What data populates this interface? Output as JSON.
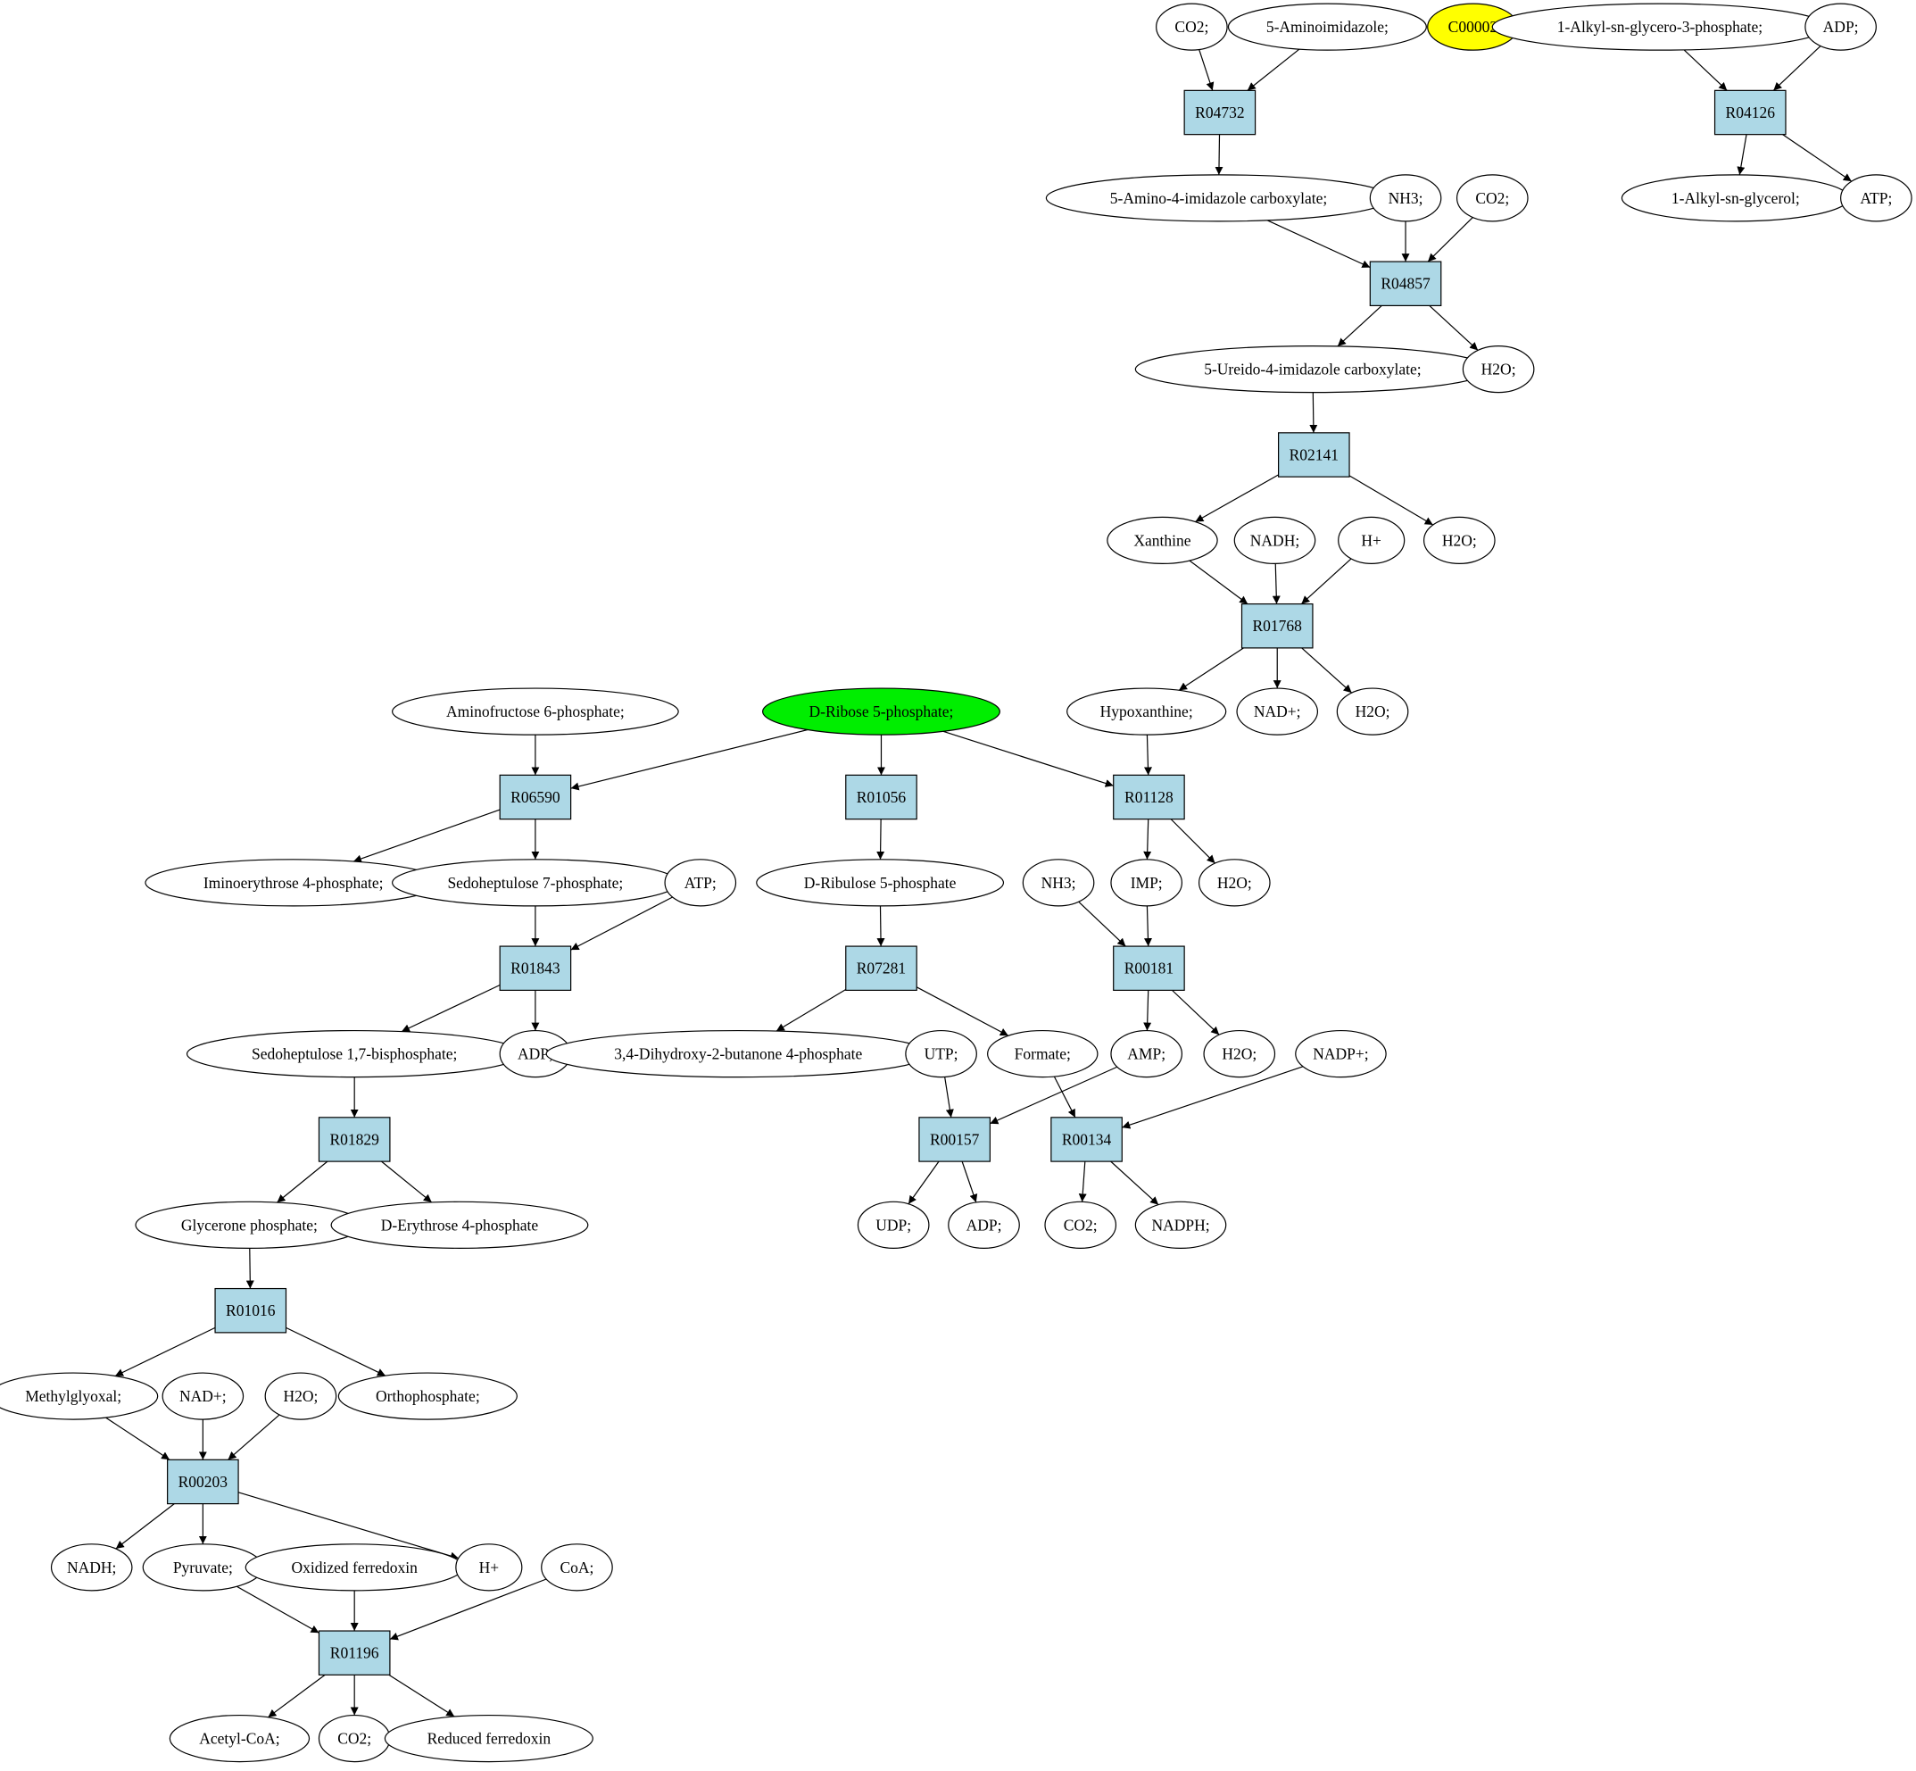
{
  "colors": {
    "reaction_fill": "#add8e6",
    "compound_fill": "#ffffff",
    "start_fill": "#00ee00",
    "highlight_fill": "#ffff00",
    "stroke": "#000000"
  },
  "reactions": [
    {
      "id": "R04732",
      "label": "R04732"
    },
    {
      "id": "R04126",
      "label": "R04126"
    },
    {
      "id": "R04857",
      "label": "R04857"
    },
    {
      "id": "R02141",
      "label": "R02141"
    },
    {
      "id": "R01768",
      "label": "R01768"
    },
    {
      "id": "R06590",
      "label": "R06590"
    },
    {
      "id": "R01056",
      "label": "R01056"
    },
    {
      "id": "R01128",
      "label": "R01128"
    },
    {
      "id": "R01843",
      "label": "R01843"
    },
    {
      "id": "R07281",
      "label": "R07281"
    },
    {
      "id": "R00181",
      "label": "R00181"
    },
    {
      "id": "R01829",
      "label": "R01829"
    },
    {
      "id": "R00157",
      "label": "R00157"
    },
    {
      "id": "R00134",
      "label": "R00134"
    },
    {
      "id": "R01016",
      "label": "R01016"
    },
    {
      "id": "R00203",
      "label": "R00203"
    },
    {
      "id": "R01196",
      "label": "R01196"
    }
  ],
  "compounds": [
    {
      "id": "c_co2_a",
      "label": "CO2;"
    },
    {
      "id": "c_aminoimid",
      "label": "5-Aminoimidazole;"
    },
    {
      "id": "c_c00002",
      "label": "C00002",
      "style": "highlight"
    },
    {
      "id": "c_alkylg3p",
      "label": "1-Alkyl-sn-glycero-3-phosphate;"
    },
    {
      "id": "c_adp_top",
      "label": "ADP;"
    },
    {
      "id": "c_amino_imid_carb",
      "label": "5-Amino-4-imidazole carboxylate;"
    },
    {
      "id": "c_nh3_a",
      "label": "NH3;"
    },
    {
      "id": "c_co2_b",
      "label": "CO2;"
    },
    {
      "id": "c_alkylglycerol",
      "label": "1-Alkyl-sn-glycerol;"
    },
    {
      "id": "c_atp_top",
      "label": "ATP;"
    },
    {
      "id": "c_ureido",
      "label": "5-Ureido-4-imidazole carboxylate;"
    },
    {
      "id": "c_h2o_a",
      "label": "H2O;"
    },
    {
      "id": "c_xanthine",
      "label": "Xanthine"
    },
    {
      "id": "c_nadh_a",
      "label": "NADH;"
    },
    {
      "id": "c_hplus_a",
      "label": "H+"
    },
    {
      "id": "c_h2o_b",
      "label": "H2O;"
    },
    {
      "id": "c_aminofruct",
      "label": "Aminofructose 6-phosphate;"
    },
    {
      "id": "c_ribose5p",
      "label": "D-Ribose 5-phosphate;",
      "style": "start"
    },
    {
      "id": "c_hypoxanthine",
      "label": "Hypoxanthine;"
    },
    {
      "id": "c_nadplus_a",
      "label": "NAD+;"
    },
    {
      "id": "c_h2o_c",
      "label": "H2O;"
    },
    {
      "id": "c_iminoery",
      "label": "Iminoerythrose 4-phosphate;"
    },
    {
      "id": "c_sedo7p",
      "label": "Sedoheptulose 7-phosphate;"
    },
    {
      "id": "c_atp_mid",
      "label": "ATP;"
    },
    {
      "id": "c_ribulose5p",
      "label": "D-Ribulose 5-phosphate"
    },
    {
      "id": "c_nh3_b",
      "label": "NH3;"
    },
    {
      "id": "c_imp",
      "label": "IMP;"
    },
    {
      "id": "c_h2o_d",
      "label": "H2O;"
    },
    {
      "id": "c_sedo17bp",
      "label": "Sedoheptulose 1,7-bisphosphate;"
    },
    {
      "id": "c_adp_mid",
      "label": "ADP;"
    },
    {
      "id": "c_dhbp",
      "label": "3,4-Dihydroxy-2-butanone 4-phosphate"
    },
    {
      "id": "c_utp",
      "label": "UTP;"
    },
    {
      "id": "c_formate",
      "label": "Formate;"
    },
    {
      "id": "c_amp",
      "label": "AMP;"
    },
    {
      "id": "c_h2o_e",
      "label": "H2O;"
    },
    {
      "id": "c_nadpplus",
      "label": "NADP+;"
    },
    {
      "id": "c_glycerone",
      "label": "Glycerone phosphate;"
    },
    {
      "id": "c_erythrose4p",
      "label": "D-Erythrose 4-phosphate"
    },
    {
      "id": "c_udp",
      "label": "UDP;"
    },
    {
      "id": "c_adp_low",
      "label": "ADP;"
    },
    {
      "id": "c_co2_c",
      "label": "CO2;"
    },
    {
      "id": "c_nadph",
      "label": "NADPH;"
    },
    {
      "id": "c_methylglyoxal",
      "label": "Methylglyoxal;"
    },
    {
      "id": "c_nadplus_b",
      "label": "NAD+;"
    },
    {
      "id": "c_h2o_f",
      "label": "H2O;"
    },
    {
      "id": "c_orthophos",
      "label": "Orthophosphate;"
    },
    {
      "id": "c_nadh_b",
      "label": "NADH;"
    },
    {
      "id": "c_pyruvate",
      "label": "Pyruvate;"
    },
    {
      "id": "c_oxferr",
      "label": "Oxidized ferredoxin"
    },
    {
      "id": "c_hplus_b",
      "label": "H+"
    },
    {
      "id": "c_coa",
      "label": "CoA;"
    },
    {
      "id": "c_acetylcoa",
      "label": "Acetyl-CoA;"
    },
    {
      "id": "c_co2_d",
      "label": "CO2;"
    },
    {
      "id": "c_redferr",
      "label": "Reduced ferredoxin"
    }
  ],
  "edges": [
    [
      "c_co2_a",
      "R04732"
    ],
    [
      "c_aminoimid",
      "R04732"
    ],
    [
      "R04732",
      "c_amino_imid_carb"
    ],
    [
      "c_alkylg3p",
      "R04126"
    ],
    [
      "c_adp_top",
      "R04126"
    ],
    [
      "R04126",
      "c_alkylglycerol"
    ],
    [
      "R04126",
      "c_atp_top"
    ],
    [
      "c_amino_imid_carb",
      "R04857"
    ],
    [
      "c_nh3_a",
      "R04857"
    ],
    [
      "c_co2_b",
      "R04857"
    ],
    [
      "R04857",
      "c_ureido"
    ],
    [
      "R04857",
      "c_h2o_a"
    ],
    [
      "c_ureido",
      "R02141"
    ],
    [
      "R02141",
      "c_xanthine"
    ],
    [
      "R02141",
      "c_h2o_b"
    ],
    [
      "c_xanthine",
      "R01768"
    ],
    [
      "c_nadh_a",
      "R01768"
    ],
    [
      "c_hplus_a",
      "R01768"
    ],
    [
      "R01768",
      "c_hypoxanthine"
    ],
    [
      "R01768",
      "c_nadplus_a"
    ],
    [
      "R01768",
      "c_h2o_c"
    ],
    [
      "c_aminofruct",
      "R06590"
    ],
    [
      "c_ribose5p",
      "R06590"
    ],
    [
      "c_ribose5p",
      "R01056"
    ],
    [
      "c_ribose5p",
      "R01128"
    ],
    [
      "c_hypoxanthine",
      "R01128"
    ],
    [
      "R06590",
      "c_iminoery"
    ],
    [
      "R06590",
      "c_sedo7p"
    ],
    [
      "R01056",
      "c_ribulose5p"
    ],
    [
      "R01128",
      "c_imp"
    ],
    [
      "R01128",
      "c_h2o_d"
    ],
    [
      "c_sedo7p",
      "R01843"
    ],
    [
      "c_atp_mid",
      "R01843"
    ],
    [
      "R01843",
      "c_sedo17bp"
    ],
    [
      "R01843",
      "c_adp_mid"
    ],
    [
      "c_ribulose5p",
      "R07281"
    ],
    [
      "R07281",
      "c_dhbp"
    ],
    [
      "R07281",
      "c_formate"
    ],
    [
      "c_nh3_b",
      "R00181"
    ],
    [
      "c_imp",
      "R00181"
    ],
    [
      "R00181",
      "c_amp"
    ],
    [
      "R00181",
      "c_h2o_e"
    ],
    [
      "c_sedo17bp",
      "R01829"
    ],
    [
      "R01829",
      "c_glycerone"
    ],
    [
      "R01829",
      "c_erythrose4p"
    ],
    [
      "c_utp",
      "R00157"
    ],
    [
      "c_amp",
      "R00157"
    ],
    [
      "R00157",
      "c_udp"
    ],
    [
      "R00157",
      "c_adp_low"
    ],
    [
      "c_formate",
      "R00134"
    ],
    [
      "c_nadpplus",
      "R00134"
    ],
    [
      "R00134",
      "c_co2_c"
    ],
    [
      "R00134",
      "c_nadph"
    ],
    [
      "c_glycerone",
      "R01016"
    ],
    [
      "R01016",
      "c_methylglyoxal"
    ],
    [
      "R01016",
      "c_orthophos"
    ],
    [
      "c_methylglyoxal",
      "R00203"
    ],
    [
      "c_nadplus_b",
      "R00203"
    ],
    [
      "c_h2o_f",
      "R00203"
    ],
    [
      "R00203",
      "c_nadh_b"
    ],
    [
      "R00203",
      "c_pyruvate"
    ],
    [
      "R00203",
      "c_hplus_b"
    ],
    [
      "c_pyruvate",
      "R01196"
    ],
    [
      "c_oxferr",
      "R01196"
    ],
    [
      "c_coa",
      "R01196"
    ],
    [
      "R01196",
      "c_acetylcoa"
    ],
    [
      "R01196",
      "c_co2_d"
    ],
    [
      "R01196",
      "c_redferr"
    ]
  ]
}
